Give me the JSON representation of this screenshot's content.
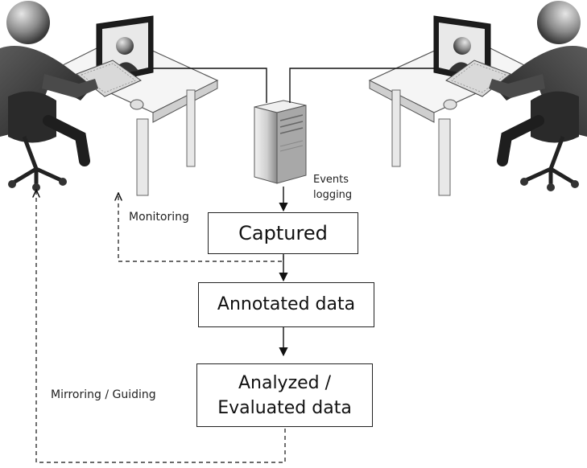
{
  "boxes": {
    "captured": "Captured",
    "annotated": "Annotated data",
    "analyzed_line1": "Analyzed /",
    "analyzed_line2": "Evaluated data"
  },
  "labels": {
    "events_line1": "Events",
    "events_line2": "logging",
    "monitoring": "Monitoring",
    "mirroring": "Mirroring / Guiding"
  },
  "icons": {
    "left_user": "person-at-computer-icon",
    "right_user": "person-at-computer-icon",
    "server": "server-tower-icon"
  },
  "colors": {
    "line": "#111111",
    "figure_dark": "#3a3a3a",
    "figure_light": "#d9d9d9",
    "desk": "#f4f4f4"
  }
}
